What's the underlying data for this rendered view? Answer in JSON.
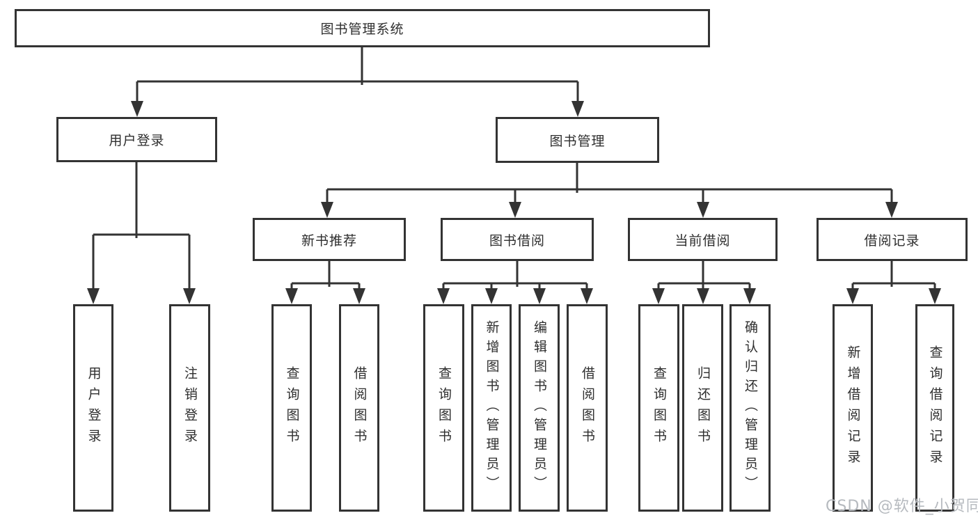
{
  "diagram": {
    "title": "图书管理系统",
    "tree": {
      "label": "图书管理系统",
      "children": [
        {
          "label": "用户登录",
          "children": [
            {
              "label": "用户登录"
            },
            {
              "label": "注销登录"
            }
          ]
        },
        {
          "label": "图书管理",
          "children": [
            {
              "label": "新书推荐",
              "children": [
                {
                  "label": "查询图书"
                },
                {
                  "label": "借阅图书"
                }
              ]
            },
            {
              "label": "图书借阅",
              "children": [
                {
                  "label": "查询图书"
                },
                {
                  "label": "新增图书（管理员）"
                },
                {
                  "label": "编辑图书（管理员）"
                },
                {
                  "label": "借阅图书"
                }
              ]
            },
            {
              "label": "当前借阅",
              "children": [
                {
                  "label": "查询图书"
                },
                {
                  "label": "归还图书"
                },
                {
                  "label": "确认归还（管理员）"
                }
              ]
            },
            {
              "label": "借阅记录",
              "children": [
                {
                  "label": "新增借阅记录"
                },
                {
                  "label": "查询借阅记录"
                }
              ]
            }
          ]
        }
      ]
    },
    "colors": {
      "line": "#333333",
      "box_border": "#333333",
      "box_fill": "#ffffff",
      "text": "#2e2e2e",
      "background": "#ffffff",
      "watermark": "#b6babf"
    }
  },
  "watermark": {
    "text": "CSDN @软件_小贺同学"
  }
}
